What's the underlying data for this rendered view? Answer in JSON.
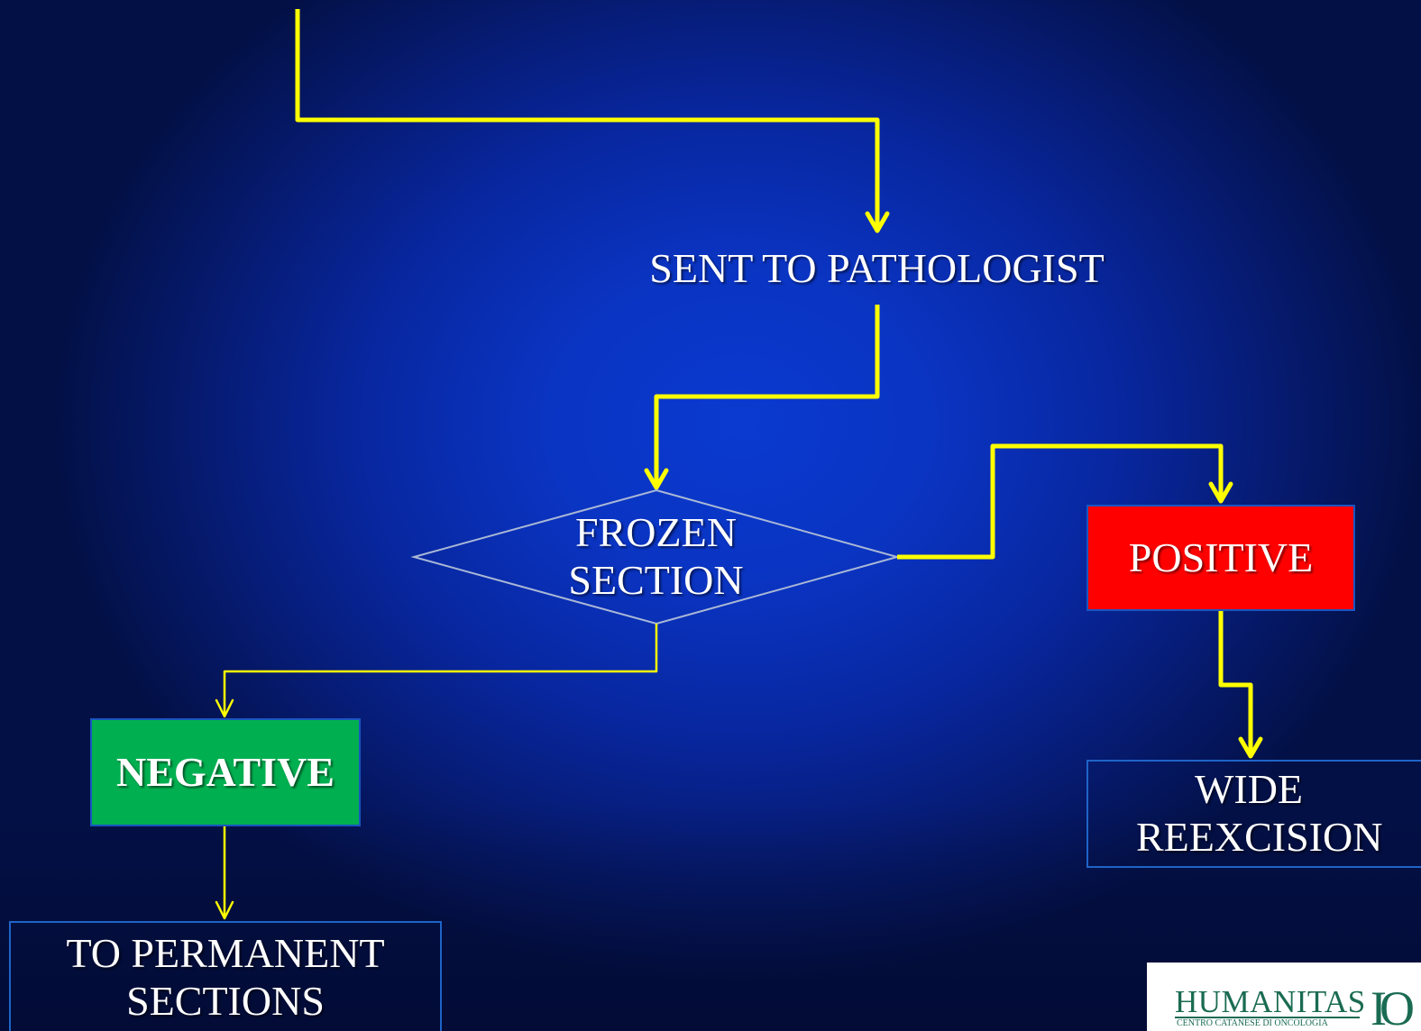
{
  "nodes": {
    "sent_to_pathologist": "SENT TO PATHOLOGIST",
    "frozen_section": "FROZEN SECTION",
    "positive": "POSITIVE",
    "negative": "NEGATIVE",
    "wide_reexcision": "WIDE REEXCISION",
    "permanent_sections": "TO PERMANENT SECTIONS"
  },
  "logo": {
    "name": "HUMANITAS",
    "subtitle": "CENTRO CATANESE DI ONCOLOGIA",
    "mark": "IO"
  },
  "colors": {
    "connector": "#ffff00",
    "positive": "#ff0000",
    "negative": "#00b050",
    "background": "#0a34c2"
  }
}
